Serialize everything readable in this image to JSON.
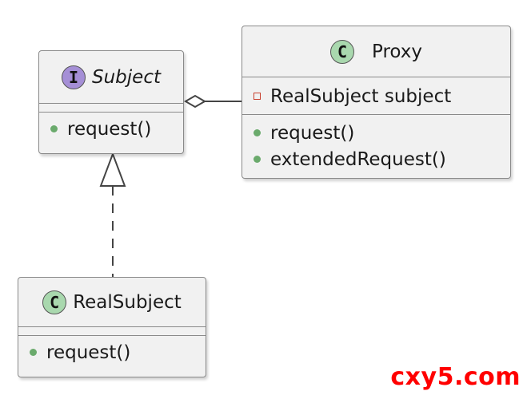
{
  "diagram": {
    "subject": {
      "stereotype": "I",
      "name": "Subject",
      "methods": [
        {
          "visibility": "public",
          "text": "request()"
        }
      ]
    },
    "proxy": {
      "stereotype": "C",
      "name": "Proxy",
      "fields": [
        {
          "visibility": "private",
          "text": "RealSubject subject"
        }
      ],
      "methods": [
        {
          "visibility": "public",
          "text": "request()"
        },
        {
          "visibility": "public",
          "text": "extendedRequest()"
        }
      ]
    },
    "real_subject": {
      "stereotype": "C",
      "name": "RealSubject",
      "methods": [
        {
          "visibility": "public",
          "text": "request()"
        }
      ]
    },
    "relations": [
      {
        "from": "Proxy",
        "to": "Subject",
        "type": "aggregation"
      },
      {
        "from": "RealSubject",
        "to": "Subject",
        "type": "realization"
      }
    ]
  },
  "watermark": "cxy5.com",
  "colors": {
    "interface_badge": "#a58fd6",
    "class_badge": "#a9d8ae",
    "public_marker": "#6aaa6c",
    "private_marker": "#c8412f",
    "watermark": "#ff0000"
  }
}
